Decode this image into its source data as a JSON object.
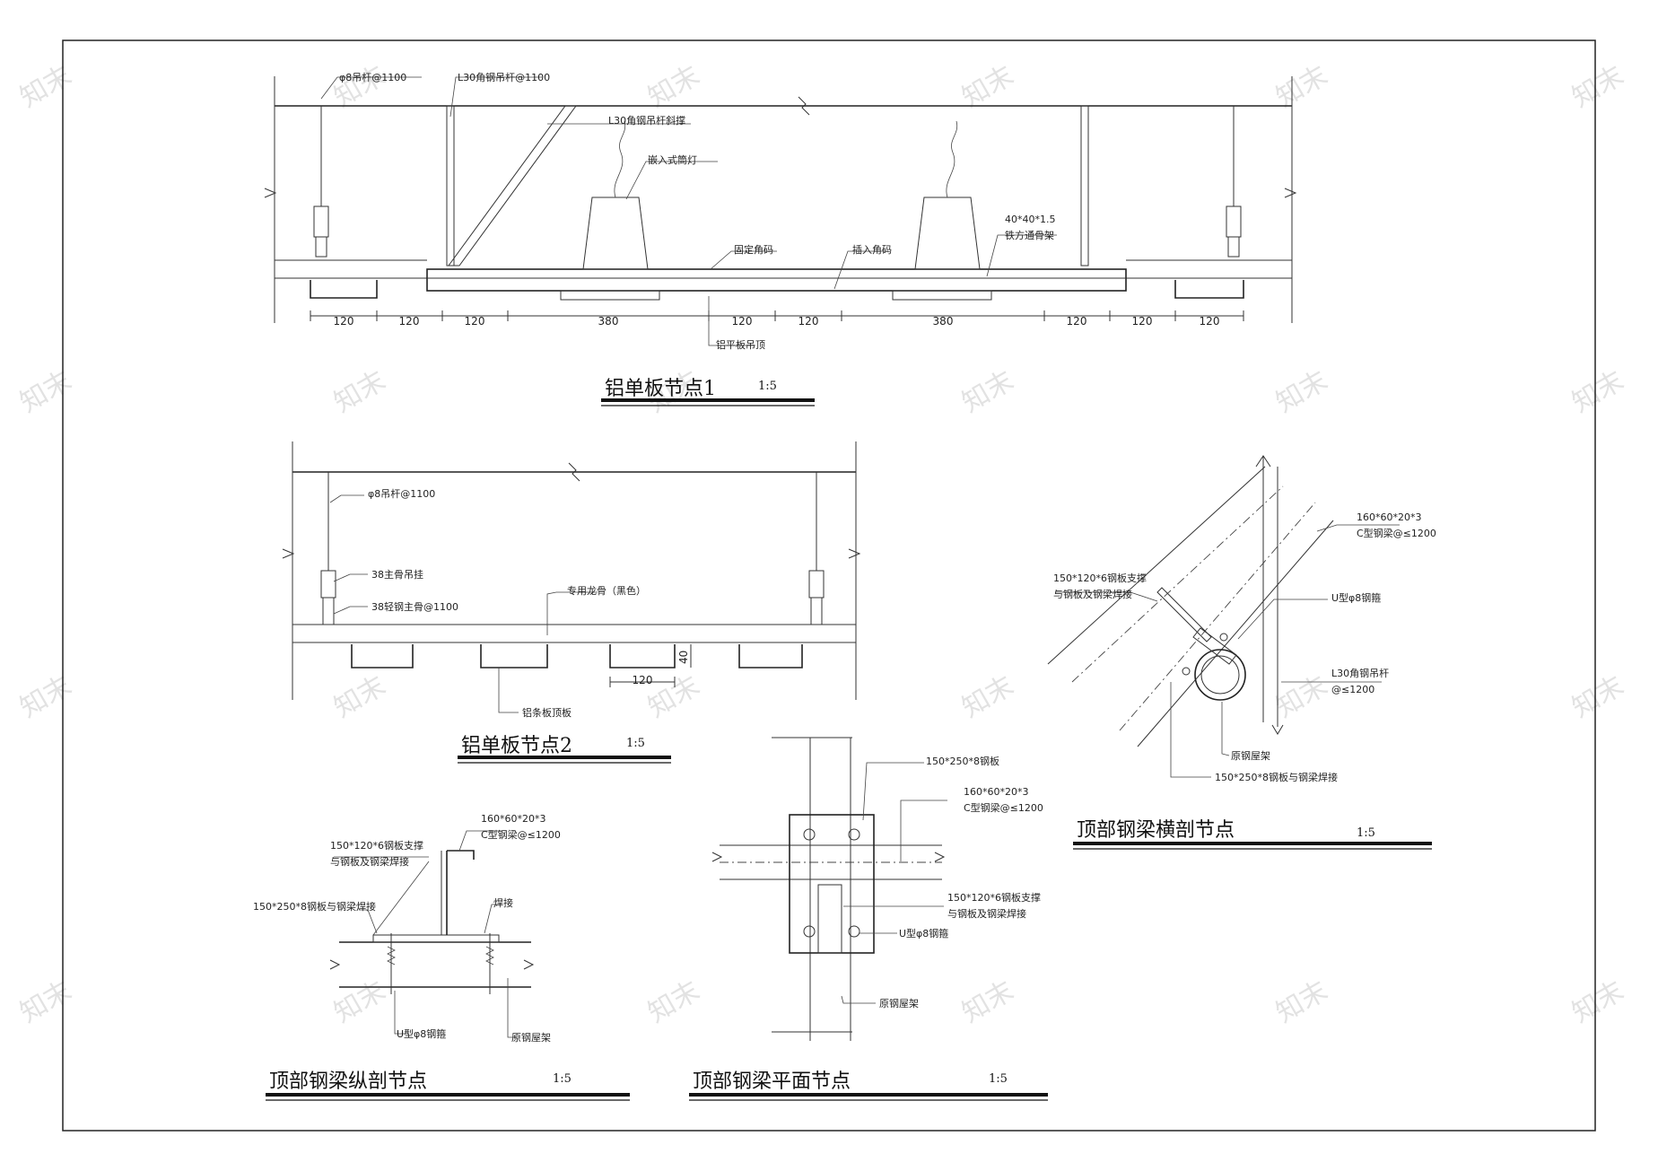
{
  "watermark": "知末",
  "details": {
    "d1": {
      "title": "铝单板节点1",
      "scale": "1:5",
      "labels": {
        "rod": "φ8吊杆@1100",
        "angle_rod": "L30角钢吊杆@1100",
        "brace": "L30角钢吊杆斜撑",
        "downlight": "嵌入式筒灯",
        "fixed_bracket": "固定角码",
        "insert_bracket": "插入角码",
        "frame_size": "40*40*1.5",
        "frame": "铁方通骨架",
        "ceiling": "铝平板吊顶"
      },
      "dims": [
        "120",
        "120",
        "120",
        "380",
        "120",
        "120",
        "380",
        "120",
        "120",
        "120"
      ]
    },
    "d2": {
      "title": "铝单板节点2",
      "scale": "1:5",
      "labels": {
        "rod": "φ8吊杆@1100",
        "main_hanger": "38主骨吊挂",
        "main_keel": "38轻钢主骨@1100",
        "special_keel": "专用龙骨（黑色）",
        "strip": "铝条板顶板"
      },
      "dims": {
        "height": "40",
        "width": "120"
      }
    },
    "d3": {
      "title": "顶部钢梁横剖节点",
      "scale": "1:5",
      "labels": {
        "cbeam_size": "160*60*20*3",
        "cbeam": "C型钢梁@≤1200",
        "support_1": "150*120*6钢板支撑",
        "support_2": "与钢板及钢梁焊接",
        "ubolt": "U型φ8钢箍",
        "angle_size": "L30角钢吊杆",
        "angle_spacing": "@≤1200",
        "truss": "原钢屋架",
        "plate": "150*250*8钢板与钢梁焊接"
      }
    },
    "d4": {
      "title": "顶部钢梁纵剖节点",
      "scale": "1:5",
      "labels": {
        "cbeam_size": "160*60*20*3",
        "cbeam": "C型钢梁@≤1200",
        "support_1": "150*120*6钢板支撑",
        "support_2": "与钢板及钢梁焊接",
        "plate": "150*250*8钢板与钢梁焊接",
        "weld": "焊接",
        "ubolt": "U型φ8钢箍",
        "truss": "原钢屋架"
      }
    },
    "d5": {
      "title": "顶部钢梁平面节点",
      "scale": "1:5",
      "labels": {
        "plate": "150*250*8钢板",
        "cbeam_size": "160*60*20*3",
        "cbeam": "C型钢梁@≤1200",
        "support_1": "150*120*6钢板支撑",
        "support_2": "与钢板及钢梁焊接",
        "ubolt": "U型φ8钢箍",
        "truss": "原钢屋架"
      }
    }
  }
}
